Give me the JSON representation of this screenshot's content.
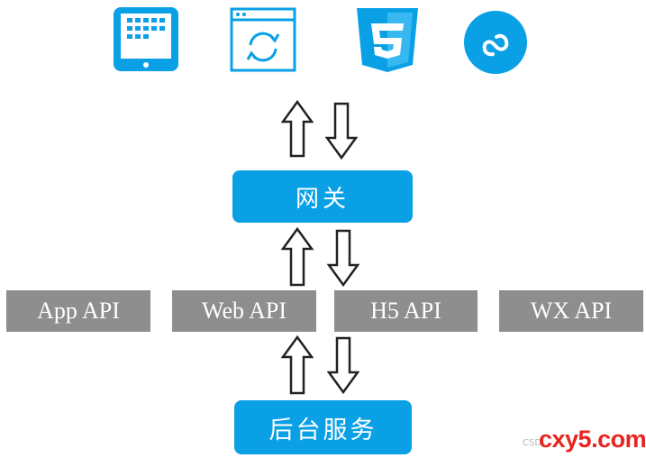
{
  "clients": [
    {
      "icon": "tablet-icon"
    },
    {
      "icon": "web-browser-refresh-icon"
    },
    {
      "icon": "html5-icon"
    },
    {
      "icon": "mini-program-icon"
    }
  ],
  "gateway": {
    "label": "网关"
  },
  "apis": [
    {
      "label": "App API"
    },
    {
      "label": "Web API"
    },
    {
      "label": "H5 API"
    },
    {
      "label": "WX API"
    }
  ],
  "backend": {
    "label": "后台服务"
  },
  "watermark": {
    "small": "CSD",
    "brand": "cxy5.com"
  },
  "colors": {
    "accent": "#0aa0e6",
    "api_box": "#8e8e8e",
    "watermark": "#e8241e"
  }
}
